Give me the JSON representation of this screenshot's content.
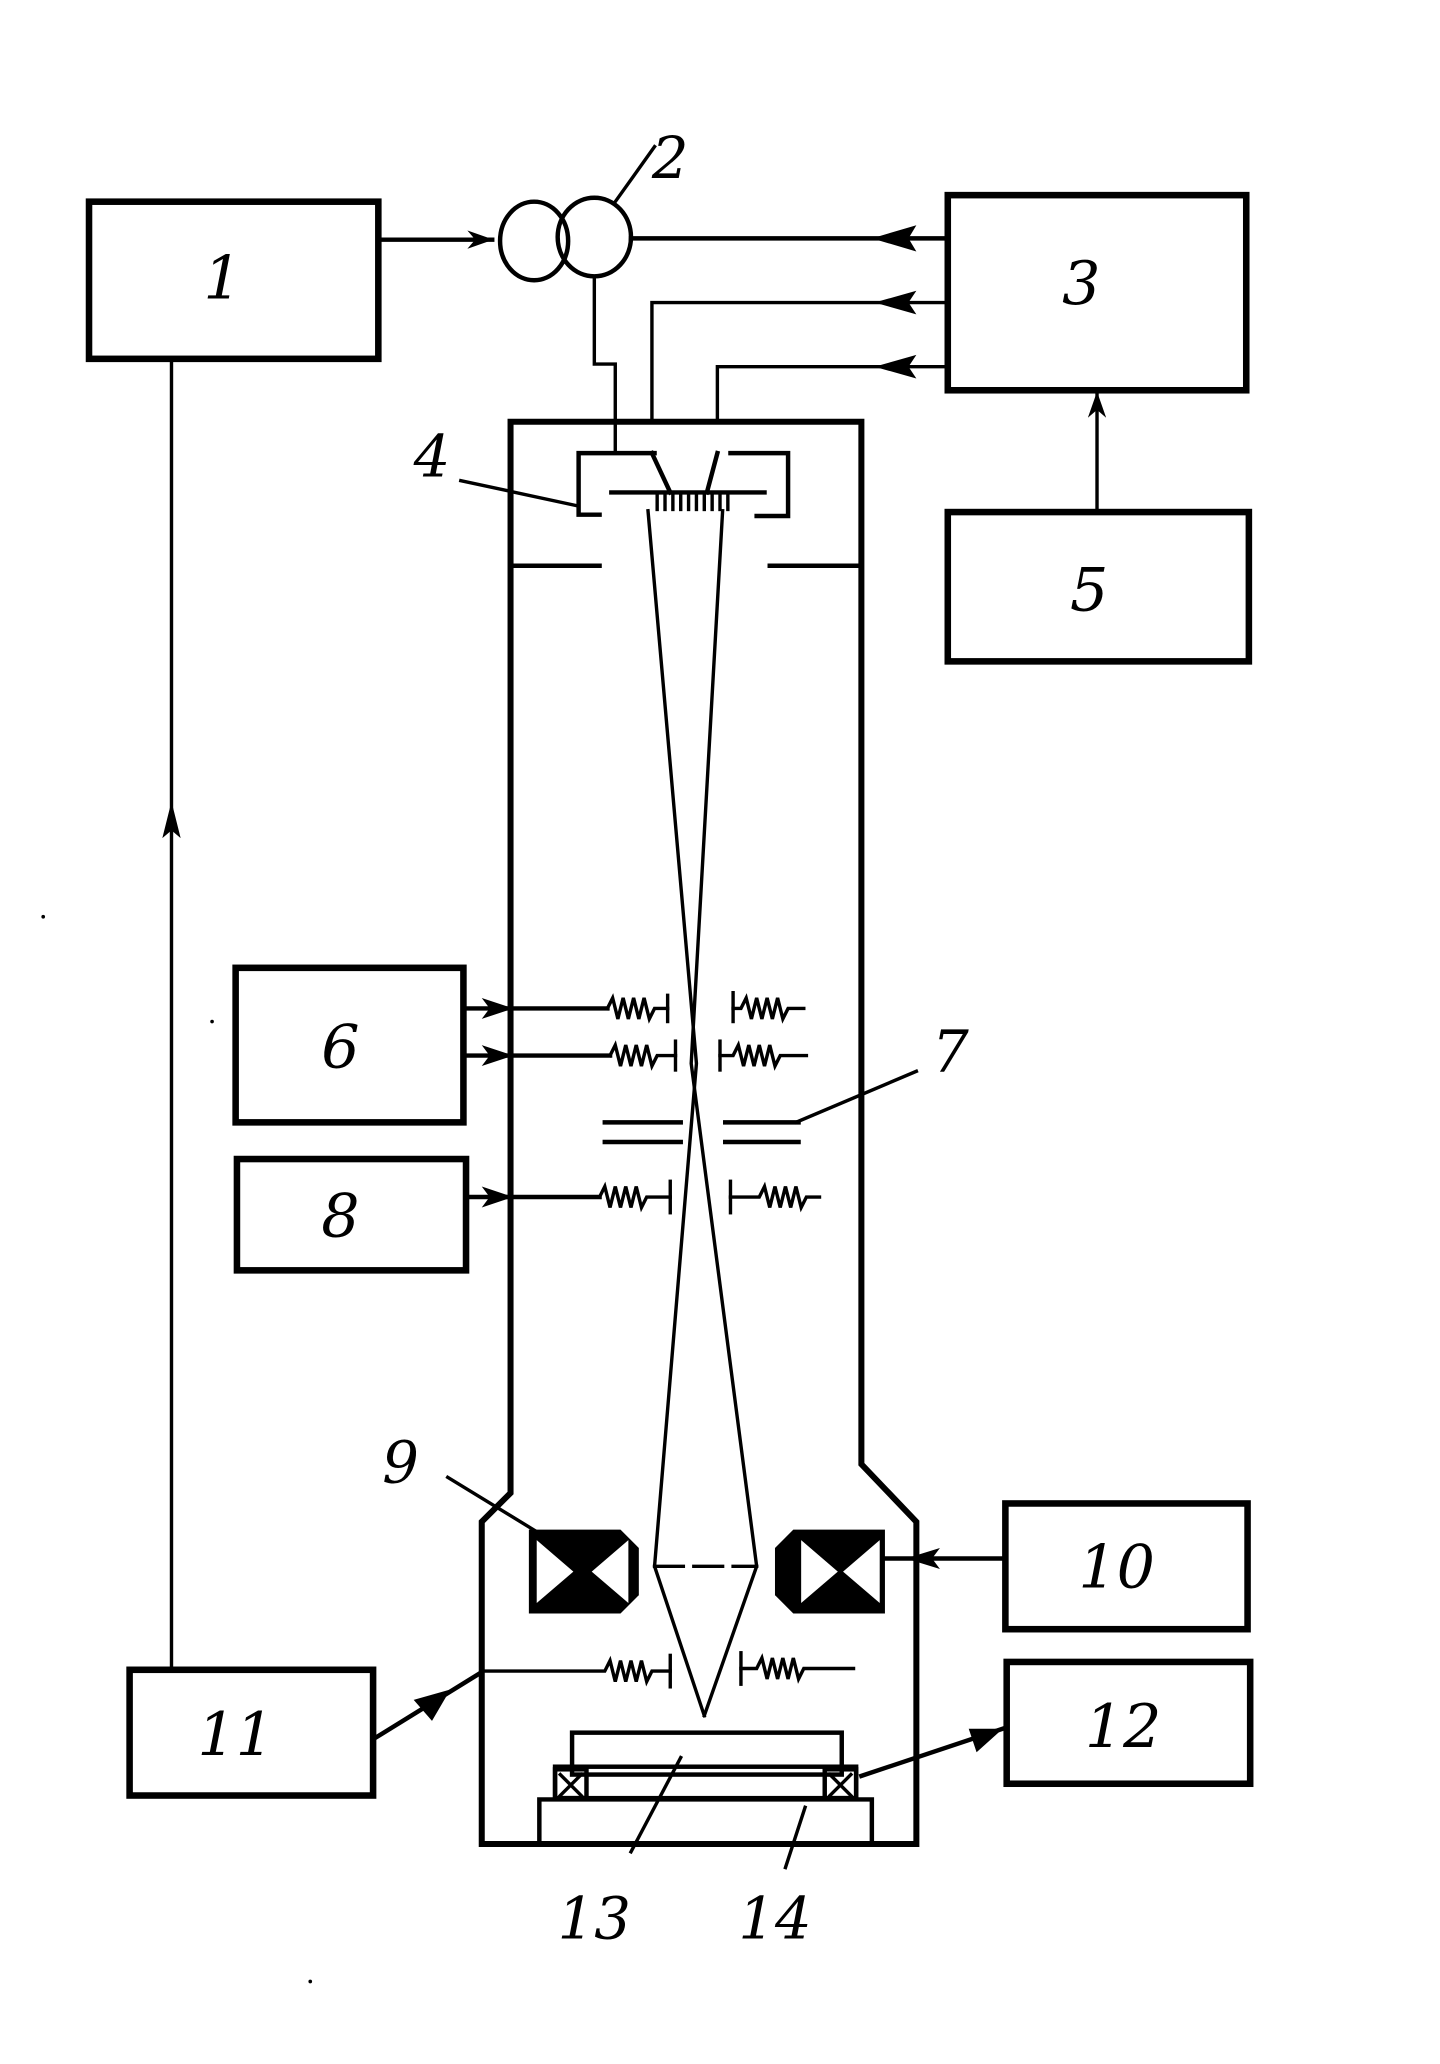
{
  "diagram": {
    "type": "electron-beam system schematic",
    "colors": {
      "ink": "#000000",
      "paper": "#ffffff"
    },
    "blocks": [
      {
        "id": "1",
        "label": "1"
      },
      {
        "id": "3",
        "label": "3"
      },
      {
        "id": "5",
        "label": "5"
      },
      {
        "id": "6",
        "label": "6"
      },
      {
        "id": "8",
        "label": "8"
      },
      {
        "id": "10",
        "label": "10"
      },
      {
        "id": "11",
        "label": "11"
      },
      {
        "id": "12",
        "label": "12"
      }
    ],
    "callouts": [
      {
        "id": "2",
        "label": "2",
        "refers_to": "transformer"
      },
      {
        "id": "4",
        "label": "4",
        "refers_to": "cathode-assembly"
      },
      {
        "id": "7",
        "label": "7",
        "refers_to": "aperture-plates"
      },
      {
        "id": "9",
        "label": "9",
        "refers_to": "magnetic-lens"
      },
      {
        "id": "13",
        "label": "13",
        "refers_to": "specimen"
      },
      {
        "id": "14",
        "label": "14",
        "refers_to": "specimen-table"
      }
    ],
    "connections": [
      {
        "from": "1",
        "to": "2"
      },
      {
        "from": "3",
        "to": "2"
      },
      {
        "from": "3",
        "to": "4"
      },
      {
        "from": "3",
        "to": "4"
      },
      {
        "from": "5",
        "to": "3"
      },
      {
        "from": "6",
        "to": "deflector-upper"
      },
      {
        "from": "6",
        "to": "deflector-middle"
      },
      {
        "from": "8",
        "to": "deflector-lower"
      },
      {
        "from": "10",
        "to": "9"
      },
      {
        "from": "11",
        "to": "deflector-bottom"
      },
      {
        "from": "11",
        "to": "1"
      },
      {
        "from": "14",
        "to": "12"
      }
    ]
  }
}
